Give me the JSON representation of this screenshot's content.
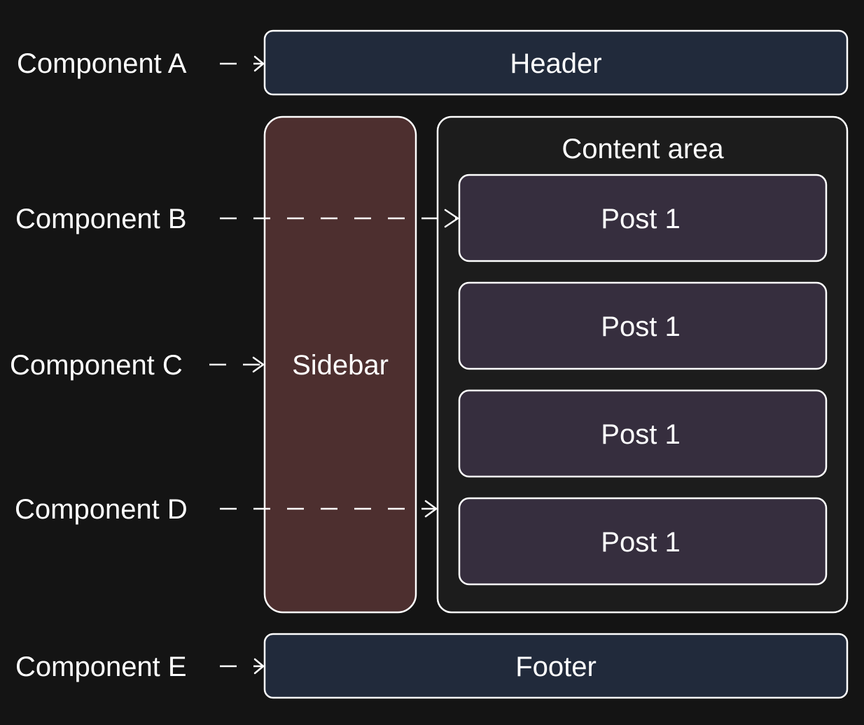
{
  "colors": {
    "background": "#141414",
    "header_fill": "#212a3b",
    "footer_fill": "#212a3b",
    "sidebar_fill": "#4d2f2f",
    "content_area_fill": "#1c1c1c",
    "post_fill": "#362e3e",
    "stroke": "#ffffff",
    "text": "#ffffff"
  },
  "boxes": {
    "header": "Header",
    "footer": "Footer",
    "sidebar": "Sidebar",
    "content_area": "Content area",
    "posts": [
      "Post 1",
      "Post 1",
      "Post 1",
      "Post 1"
    ]
  },
  "components": {
    "a": "Component A",
    "b": "Component B",
    "c": "Component C",
    "d": "Component D",
    "e": "Component E"
  }
}
